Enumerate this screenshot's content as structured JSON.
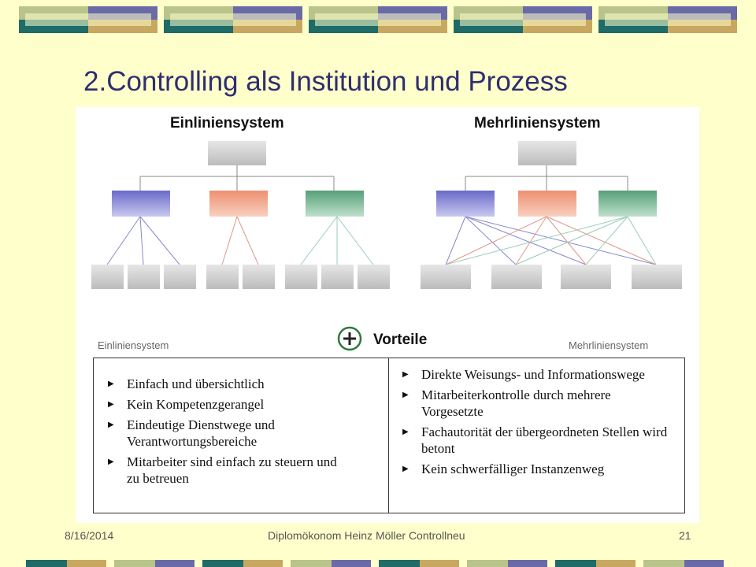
{
  "title": "2.Controlling als Institution und Prozess",
  "figure": {
    "left_system_title": "Einliniensystem",
    "right_system_title": "Mehrliniensystem",
    "advantages_label": "Vorteile",
    "advantages_icon": "plus-circle-icon",
    "left_caption": "Einliniensystem",
    "right_caption": "Mehrliniensystem",
    "left_items": [
      "Einfach und übersichtlich",
      "Kein Kompetenzgerangel",
      "Eindeutige Dienstwege und Verantwortungsbereiche",
      "Mitarbeiter sind einfach zu steuern und zu betreuen"
    ],
    "right_items": [
      "Direkte Weisungs- und Informationswege",
      "Mitarbeiterkontrolle durch mehrere Vorgesetzte",
      "Fachautorität der übergeordneten Stellen wird betont",
      "Kein schwerfälliger Instanzenweg"
    ],
    "colors": {
      "blue": "#7777cc",
      "salmon": "#f0a088",
      "green": "#66aa88",
      "gray": "#cccccc",
      "plus_green": "#2d7a3a"
    }
  },
  "footer": {
    "date": "8/16/2014",
    "center": "Diplomökonom Heinz Möller  Controllneu",
    "page": "21"
  }
}
